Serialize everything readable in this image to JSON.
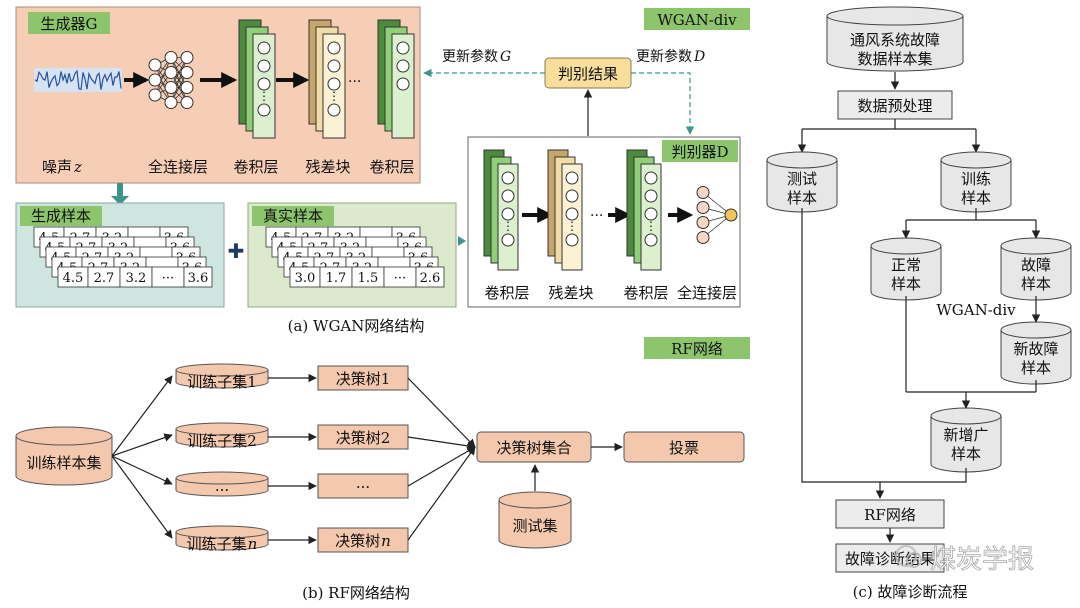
{
  "colors": {
    "generator_bg": "#f6cdb5",
    "discriminator_bg": "#ffffff",
    "fake_bg": "#cfe5e0",
    "real_bg": "#dce9cc",
    "label_green": "#8dc56c",
    "conv_dark": "#4c8a3e",
    "conv_mid": "#8fcf75",
    "conv_light": "#dcefcf",
    "res_dark": "#c8a56a",
    "res_mid": "#f1dca7",
    "res_light": "#fbf2d6",
    "result_box": "#f7df9b",
    "rf_box": "#f4c8ac",
    "db_fill": "#e7e7e7",
    "process_fill": "#ececec",
    "teal_arrow": "#3f958e"
  },
  "wgan": {
    "tag": "WGAN-div",
    "generator_label": "生成器G",
    "discriminator_label": "判别器D",
    "gen_layers": [
      "噪声",
      "全连接层",
      "卷积层",
      "残差块",
      "卷积层"
    ],
    "noise_var": "z",
    "disc_layers": [
      "卷积层",
      "残差块",
      "卷积层",
      "全连接层"
    ],
    "result": "判别结果",
    "update_g": "更新参数",
    "update_g_var": "G",
    "update_d": "更新参数",
    "update_d_var": "D",
    "ellipsis": "···",
    "fake_label": "生成样本",
    "real_label": "真实样本",
    "plus": "✚",
    "fake_rows": {
      "back": [
        "4.5",
        "2.7",
        "3.2",
        "",
        "3.6"
      ],
      "front": [
        "4.5",
        "2.7",
        "3.2",
        "···",
        "3.6"
      ]
    },
    "real_rows": {
      "back": [
        "4.5",
        "2.7",
        "3.2",
        "",
        "3.6"
      ],
      "front": [
        "3.0",
        "1.7",
        "1.5",
        "···",
        "2.6"
      ]
    },
    "caption": "(a) WGAN网络结构"
  },
  "rf": {
    "tag": "RF网络",
    "train_set": "训练样本集",
    "subsets": [
      "训练子集1",
      "训练子集2",
      "···",
      "训练子集"
    ],
    "subset_n_var": "n",
    "trees": [
      "决策树1",
      "决策树2",
      "···",
      "决策树"
    ],
    "tree_n_var": "n",
    "ensemble": "决策树集合",
    "vote": "投票",
    "test_set": "测试集",
    "caption": "(b) RF网络结构"
  },
  "flow": {
    "dataset": [
      "通风系统故障",
      "数据样本集"
    ],
    "preprocess": "数据预处理",
    "test": [
      "测试",
      "样本"
    ],
    "train": [
      "训练",
      "样本"
    ],
    "normal": [
      "正常",
      "样本"
    ],
    "fault": [
      "故障",
      "样本"
    ],
    "wgan_label": "WGAN-div",
    "new_fault": [
      "新故障",
      "样本"
    ],
    "augmented": [
      "新增广",
      "样本"
    ],
    "rf_net": "RF网络",
    "result": "故障诊断结果",
    "caption": "(c) 故障诊断流程"
  },
  "watermark": "煤炭学报"
}
